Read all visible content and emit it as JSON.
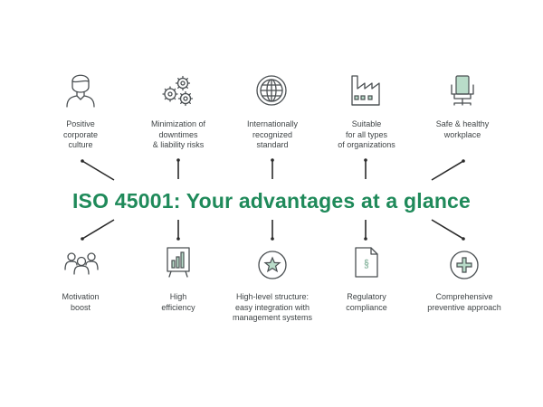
{
  "title": "ISO 45001: Your advantages at a glance",
  "accent_color": "#1f8a5a",
  "icon_accent_color": "#b9dcc9",
  "top_items": [
    {
      "icon": "person-icon",
      "label": "Positive\ncorporate\nculture"
    },
    {
      "icon": "gears-icon",
      "label": "Minimization of\ndowntimes\n& liability risks"
    },
    {
      "icon": "globe-icon",
      "label": "Internationally\nrecognized\nstandard"
    },
    {
      "icon": "factory-icon",
      "label": "Suitable\nfor all types\nof organizations"
    },
    {
      "icon": "office-chair-icon",
      "label": "Safe & healthy\nworkplace"
    }
  ],
  "bottom_items": [
    {
      "icon": "team-icon",
      "label": "Motivation\nboost"
    },
    {
      "icon": "bar-chart-board-icon",
      "label": "High\nefficiency"
    },
    {
      "icon": "star-badge-icon",
      "label": "High-level structure:\neasy integration with\nmanagement systems"
    },
    {
      "icon": "paragraph-document-icon",
      "label": "Regulatory\ncompliance"
    },
    {
      "icon": "plus-circle-icon",
      "label": "Comprehensive\npreventive approach"
    }
  ]
}
